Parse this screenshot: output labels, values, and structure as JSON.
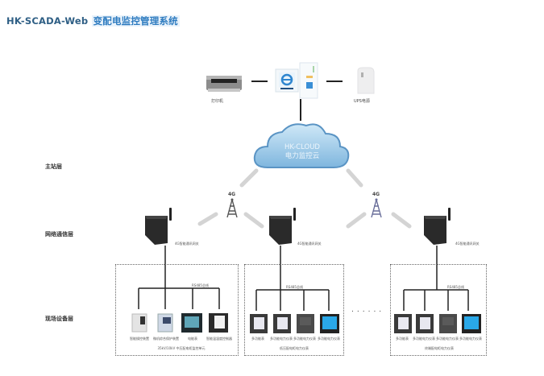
{
  "title": {
    "en": "HK-SCADA-Web",
    "cn": "变配电监控管理系统"
  },
  "layers": [
    {
      "label": "主站层"
    },
    {
      "label": "网络通信层"
    },
    {
      "label": "现场设备层"
    }
  ],
  "master": {
    "printer_label": "打印机",
    "ups_label": "UPS电源",
    "workstation": "browser-workstation"
  },
  "cloud": {
    "line1": "HK-CLOUD",
    "line2": "电力监控云"
  },
  "network": {
    "towers": [
      {
        "label": "4G"
      },
      {
        "label": "4G"
      }
    ],
    "gateways": [
      {
        "label": "4G智能通讯网关"
      },
      {
        "label": "4G智能通讯网关"
      },
      {
        "label": "4G智能通讯网关"
      }
    ]
  },
  "field": {
    "groups": [
      {
        "bus_label": "RS485总线",
        "devices": [
          "智能操控装置",
          "微机综合保护装置",
          "电能表",
          "智能温湿度控制器"
        ],
        "caption": "35kV/10kV 中压配电柜监控单元"
      },
      {
        "bus_label": "RS485总线",
        "devices": [
          "多功能表",
          "多功能电力仪表",
          "多功能电力仪表",
          "多功能电力仪表"
        ],
        "caption": "低压配电柜电力仪表"
      },
      {
        "bus_label": "RS485总线",
        "devices": [
          "多功能表",
          "多功能电力仪表",
          "多功能电力仪表",
          "多功能电力仪表"
        ],
        "caption": "终端配电柜电力仪表"
      }
    ],
    "ellipsis": "......"
  },
  "colors": {
    "title": "#2f5f85",
    "title_cn": "#2f7cc0",
    "cloud": "#8ec3e6",
    "link": "#d8d8d8"
  }
}
